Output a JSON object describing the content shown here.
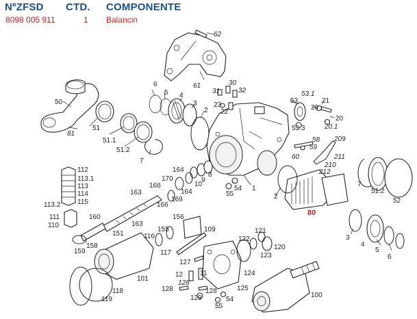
{
  "header": {
    "col_part_no": "NºZFSD",
    "col_qty": "CTD.",
    "col_component": "COMPONENTE"
  },
  "selected": {
    "part_no": "8098 005 911",
    "qty": "1",
    "component": "Balancin"
  },
  "colors": {
    "header": "#1a4f8f",
    "selected": "#cc1f1f",
    "line": "#222222"
  },
  "highlight_label": "80",
  "callouts": [
    {
      "id": "c62",
      "text": "62",
      "italic": true
    },
    {
      "id": "c61",
      "text": "61",
      "italic": true
    },
    {
      "id": "c50",
      "text": "50"
    },
    {
      "id": "c81",
      "text": "81",
      "italic": true
    },
    {
      "id": "c51",
      "text": "51"
    },
    {
      "id": "c51_1",
      "text": "51.1"
    },
    {
      "id": "c51_2",
      "text": "51.2"
    },
    {
      "id": "c7a",
      "text": "7"
    },
    {
      "id": "c6a",
      "text": "6"
    },
    {
      "id": "c5a",
      "text": "5"
    },
    {
      "id": "c4a",
      "text": "4"
    },
    {
      "id": "c3a",
      "text": "3"
    },
    {
      "id": "c2a",
      "text": "2"
    },
    {
      "id": "c31",
      "text": "31",
      "italic": true
    },
    {
      "id": "c30",
      "text": "30",
      "italic": true
    },
    {
      "id": "c32",
      "text": "32",
      "italic": true
    },
    {
      "id": "c23",
      "text": "23"
    },
    {
      "id": "c22",
      "text": "22"
    },
    {
      "id": "c53",
      "text": "53"
    },
    {
      "id": "c53_1",
      "text": "53.1",
      "italic": true
    },
    {
      "id": "c53_3",
      "text": "53.3"
    },
    {
      "id": "c21",
      "text": "21"
    },
    {
      "id": "c20a",
      "text": "20"
    },
    {
      "id": "c20b",
      "text": "20"
    },
    {
      "id": "c20_1",
      "text": "20.1",
      "italic": true
    },
    {
      "id": "c209",
      "text": "209",
      "italic": true
    },
    {
      "id": "c58",
      "text": "58",
      "italic": true
    },
    {
      "id": "c59",
      "text": "59",
      "italic": true
    },
    {
      "id": "c60",
      "text": "60",
      "italic": true
    },
    {
      "id": "c211",
      "text": "211",
      "italic": true
    },
    {
      "id": "c210",
      "text": "210",
      "italic": true
    },
    {
      "id": "c212",
      "text": "212",
      "italic": true
    },
    {
      "id": "c112",
      "text": "112"
    },
    {
      "id": "c113_1",
      "text": "113.1"
    },
    {
      "id": "c113",
      "text": "113"
    },
    {
      "id": "c114",
      "text": "114"
    },
    {
      "id": "c115",
      "text": "115"
    },
    {
      "id": "c113_2",
      "text": "113.2"
    },
    {
      "id": "c111",
      "text": "111"
    },
    {
      "id": "c110",
      "text": "110"
    },
    {
      "id": "c160",
      "text": "160"
    },
    {
      "id": "c163a",
      "text": "163"
    },
    {
      "id": "c163b",
      "text": "163"
    },
    {
      "id": "c166a",
      "text": "166"
    },
    {
      "id": "c166b",
      "text": "166"
    },
    {
      "id": "c170",
      "text": "170"
    },
    {
      "id": "c164a",
      "text": "164"
    },
    {
      "id": "c164b",
      "text": "164"
    },
    {
      "id": "c169",
      "text": "169"
    },
    {
      "id": "c10",
      "text": "10"
    },
    {
      "id": "c9",
      "text": "9"
    },
    {
      "id": "c8",
      "text": "8"
    },
    {
      "id": "c54a",
      "text": "54"
    },
    {
      "id": "c55a",
      "text": "55"
    },
    {
      "id": "c1",
      "text": "1"
    },
    {
      "id": "c2b",
      "text": "2"
    },
    {
      "id": "c7b",
      "text": "7"
    },
    {
      "id": "c51_2b",
      "text": "51.2"
    },
    {
      "id": "c52",
      "text": "52"
    },
    {
      "id": "c151",
      "text": "151"
    },
    {
      "id": "c158",
      "text": "158"
    },
    {
      "id": "c159",
      "text": "159"
    },
    {
      "id": "c156",
      "text": "156"
    },
    {
      "id": "c155",
      "text": "155"
    },
    {
      "id": "c116",
      "text": "116"
    },
    {
      "id": "c117",
      "text": "117"
    },
    {
      "id": "c109",
      "text": "109"
    },
    {
      "id": "c122",
      "text": "122"
    },
    {
      "id": "c121",
      "text": "121"
    },
    {
      "id": "c120",
      "text": "120"
    },
    {
      "id": "c123",
      "text": "123"
    },
    {
      "id": "c3b",
      "text": "3"
    },
    {
      "id": "c4b",
      "text": "4"
    },
    {
      "id": "c5b",
      "text": "5"
    },
    {
      "id": "c6b",
      "text": "6"
    },
    {
      "id": "c127",
      "text": "127"
    },
    {
      "id": "c12",
      "text": "12"
    },
    {
      "id": "c11",
      "text": "11"
    },
    {
      "id": "c128i",
      "text": "128",
      "italic": true
    },
    {
      "id": "c101",
      "text": "101"
    },
    {
      "id": "c119",
      "text": "119"
    },
    {
      "id": "c118",
      "text": "118"
    },
    {
      "id": "c128a",
      "text": "128"
    },
    {
      "id": "c129",
      "text": "129"
    },
    {
      "id": "c128b",
      "text": "128"
    },
    {
      "id": "c125",
      "text": "125"
    },
    {
      "id": "c55b",
      "text": "55"
    },
    {
      "id": "c54b",
      "text": "54"
    },
    {
      "id": "c124",
      "text": "124"
    },
    {
      "id": "c100",
      "text": "100"
    }
  ]
}
